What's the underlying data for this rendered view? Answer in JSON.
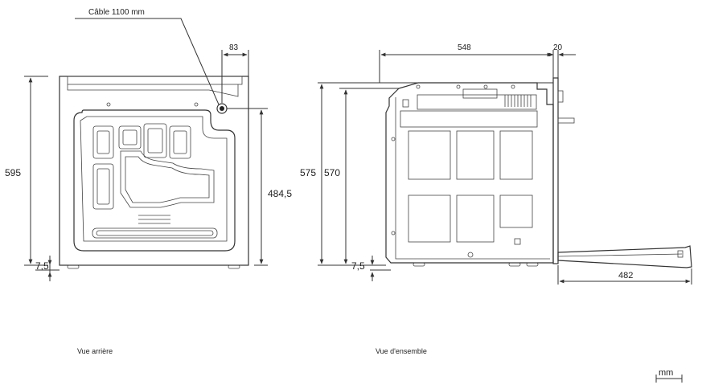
{
  "rear_view": {
    "caption": "Vue arrière",
    "cable_label": "Câble 1100 mm",
    "dim_width_right": "83",
    "dim_height_total": "595",
    "dim_height_cable": "484,5",
    "dim_foot": "7,5"
  },
  "side_view": {
    "caption": "Vue d'ensemble",
    "dim_depth": "548",
    "dim_front": "20",
    "dim_height_outer": "575",
    "dim_height_inner": "570",
    "dim_foot": "7,5",
    "dim_door_open": "482"
  },
  "scale_unit": "mm"
}
